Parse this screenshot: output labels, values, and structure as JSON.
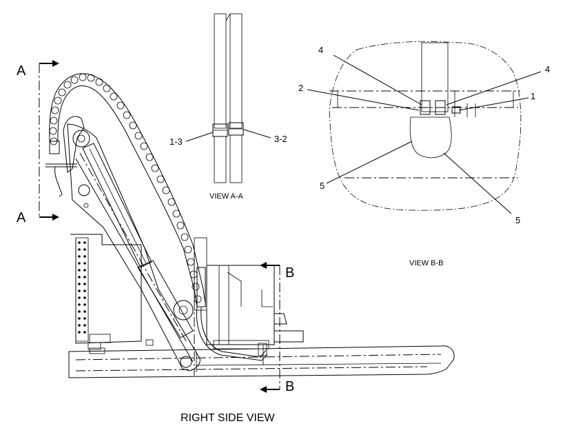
{
  "section_marks": {
    "a_top": "A",
    "a_bottom": "A",
    "b_top": "B",
    "b_bottom": "B"
  },
  "view_a": {
    "caption": "VIEW A-A",
    "callout_left": "1-3",
    "callout_right": "3-2"
  },
  "view_b": {
    "caption": "VIEW B-B",
    "callouts": {
      "top_left_4": "4",
      "top_right_4": "4",
      "left_2": "2",
      "right_1": "1",
      "bottom_left_5": "5",
      "bottom_right_5": "5"
    }
  },
  "main_view": {
    "title": "RIGHT SIDE VIEW"
  }
}
